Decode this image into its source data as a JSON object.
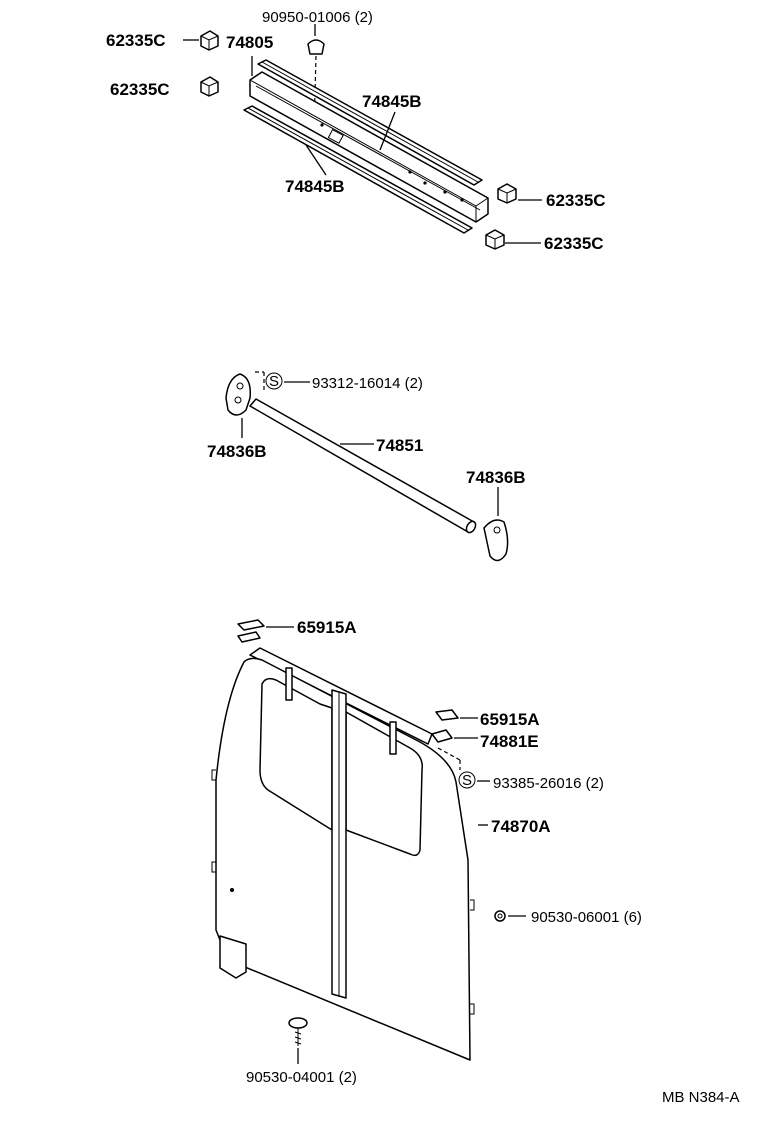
{
  "labels": {
    "bolt_90950": "90950-01006 (2)",
    "clip_62335c_1": "62335C",
    "clip_62335c_2": "62335C",
    "clip_62335c_3": "62335C",
    "clip_62335c_4": "62335C",
    "stop_74805": "74805",
    "rail_74845b_upper": "74845B",
    "rail_74845b_lower": "74845B",
    "screw_93312": "93312-16014 (2)",
    "bracket_74836b_left": "74836B",
    "bracket_74836b_right": "74836B",
    "rod_74851": "74851",
    "clip_65915a_1": "65915A",
    "clip_65915a_2": "65915A",
    "hanger_74881e": "74881E",
    "screw_93385": "93385-26016 (2)",
    "partition_74870a": "74870A",
    "grommet_90530_06001": "90530-06001 (6)",
    "grommet_90530_04001": "90530-04001 (2)",
    "s_symbol": "S",
    "figure_code": "MB N384-A"
  },
  "colors": {
    "ink": "#000000",
    "paper": "#ffffff"
  }
}
